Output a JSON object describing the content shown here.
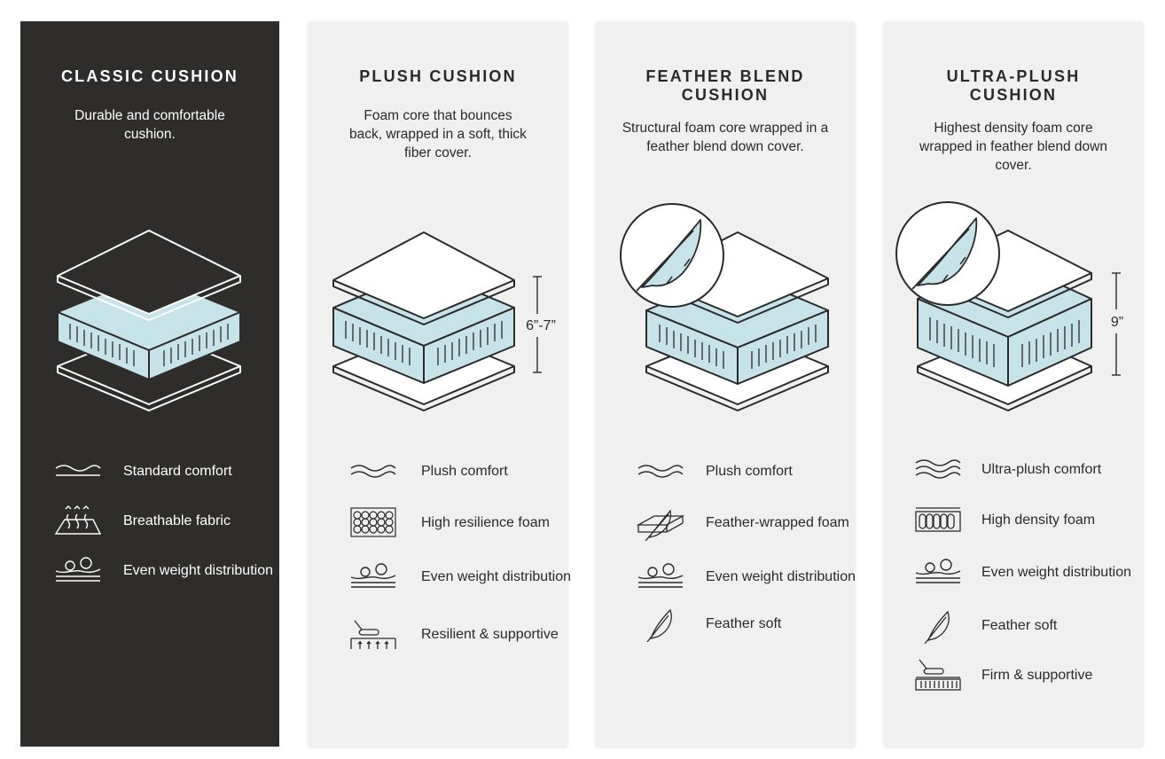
{
  "colors": {
    "dark_card": "#2e2d2c",
    "light_card": "#f0f0f0",
    "foam": "#c6e3ea",
    "line": "#2a2a2a"
  },
  "cards": [
    {
      "title": "CLASSIC CUSHION",
      "description": "Durable and comfortable cushion.",
      "features": [
        {
          "icon": "wave-line-icon",
          "label": "Standard comfort"
        },
        {
          "icon": "breathable-fabric-icon",
          "label": "Breathable fabric"
        },
        {
          "icon": "weight-distribution-icon",
          "label": "Even weight distribution"
        }
      ]
    },
    {
      "title": "PLUSH CUSHION",
      "description": "Foam core that bounces back, wrapped in a soft, thick fiber cover.",
      "dimension": "6”-7”",
      "features": [
        {
          "icon": "double-wave-icon",
          "label": "Plush comfort"
        },
        {
          "icon": "foam-cells-icon",
          "label": "High resilience foam"
        },
        {
          "icon": "weight-distribution-icon",
          "label": "Even weight distribution"
        },
        {
          "icon": "hand-press-icon",
          "label": "Resilient & supportive"
        }
      ]
    },
    {
      "title": "FEATHER BLEND CUSHION",
      "description": "Structural foam core wrapped in a feather blend down cover.",
      "features": [
        {
          "icon": "double-wave-icon",
          "label": "Plush comfort"
        },
        {
          "icon": "feather-wrap-icon",
          "label": "Feather-wrapped foam"
        },
        {
          "icon": "weight-distribution-icon",
          "label": "Even weight distribution"
        },
        {
          "icon": "feather-icon",
          "label": "Feather soft"
        }
      ]
    },
    {
      "title": "ULTRA-PLUSH CUSHION",
      "description": "Highest density foam core wrapped in feather blend down cover.",
      "dimension": "9”",
      "features": [
        {
          "icon": "triple-wave-icon",
          "label": "Ultra-plush comfort"
        },
        {
          "icon": "density-foam-icon",
          "label": "High density foam"
        },
        {
          "icon": "weight-distribution-icon",
          "label": "Even weight distribution"
        },
        {
          "icon": "feather-icon",
          "label": "Feather soft"
        },
        {
          "icon": "hand-press-icon",
          "label": "Firm & supportive"
        }
      ]
    }
  ]
}
